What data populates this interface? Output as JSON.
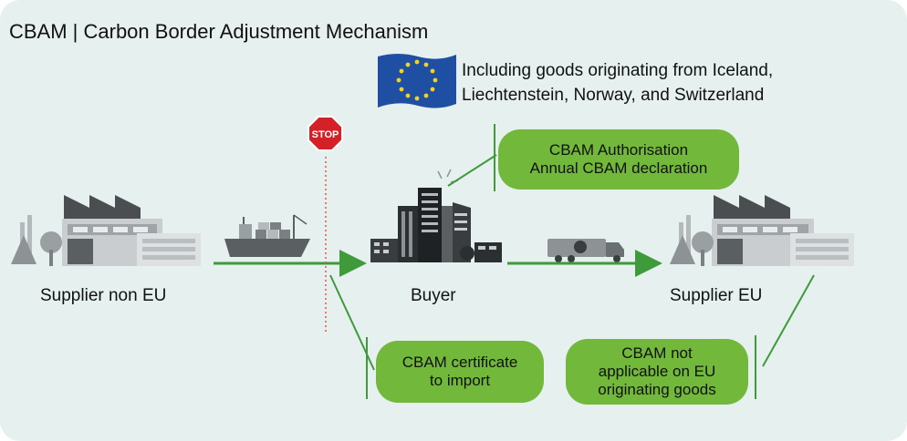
{
  "title": "CBAM | Carbon Border Adjustment Mechanism",
  "eu_note": {
    "line1": "Including goods originating from Iceland,",
    "line2": "Liechtenstein, Norway, and Switzerland"
  },
  "stop_sign": {
    "text": "STOP"
  },
  "nodes": {
    "supplier_non_eu": "Supplier non EU",
    "buyer": "Buyer",
    "supplier_eu": "Supplier EU"
  },
  "callouts": {
    "authorisation": {
      "line1": "CBAM Authorisation",
      "line2": "Annual CBAM declaration"
    },
    "certificate": {
      "line1": "CBAM certificate",
      "line2": "to import"
    },
    "not_applicable": {
      "line1": "CBAM not",
      "line2": "applicable on EU",
      "line3": "originating goods"
    }
  },
  "colors": {
    "background": "#e6f0ef",
    "accent_green": "#72b83a",
    "arrow_green": "#3f9a3a",
    "stop_red": "#d42027",
    "border_line": "#e0554a",
    "eu_blue": "#1f4fa3",
    "eu_star": "#f5d21a"
  }
}
